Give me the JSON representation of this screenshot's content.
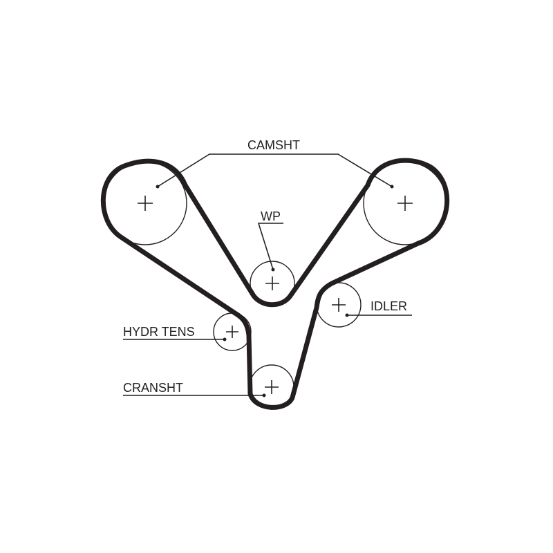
{
  "labels": {
    "camshaft": "CAMSHT",
    "water_pump": "WP",
    "idler": "IDLER",
    "hydraulic_tensioner": "HYDR TENS",
    "crankshaft": "CRANSHT"
  },
  "colors": {
    "ink": "#231f20",
    "background": "#ffffff"
  }
}
